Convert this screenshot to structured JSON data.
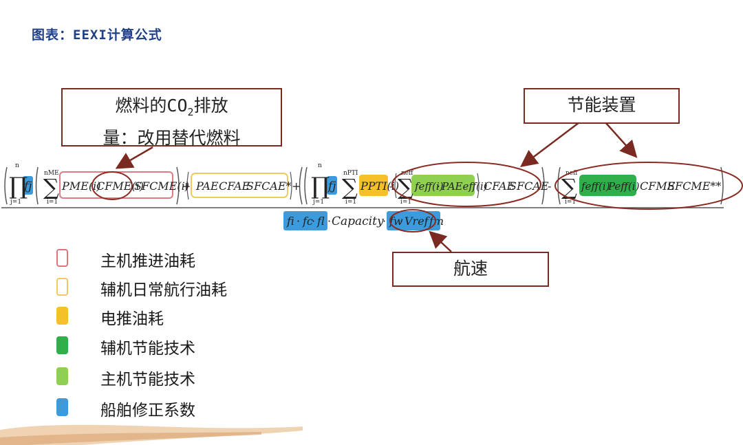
{
  "title": "图表：EEXI计算公式",
  "callouts": {
    "fuel": {
      "line1_pre": "燃料的CO",
      "line1_sub": "2",
      "line1_post": "排放",
      "line2": "量：改用替代燃料"
    },
    "energy_saving": "节能装置",
    "speed": "航速"
  },
  "formula": {
    "prod_top": "n",
    "prod_bottom": "j=1",
    "fj": "fj",
    "sum_me_top": "nME",
    "sum_me_bottom": "i=1",
    "p_me": "PME(i)",
    "c_fme": "CFME(i)",
    "sfc_me": "SFCME(i)",
    "p_ae": "PAE",
    "c_fae": "CFAE",
    "sfc_ae": "SFCAE*",
    "sum_pti_top": "nPTI",
    "sum_pti_bottom": "i=1",
    "p_pti": "PPTI(i)",
    "sum_eff_top": "neff",
    "sum_eff_bottom": "i=1",
    "f_eff": "feff(i)",
    "p_aeeff": "PAEeff(i)",
    "c_fae2": "CFAE",
    "sfc_ae2": "SFCAE",
    "f_eff2": "feff(i)",
    "p_eff": "Peff(i)",
    "c_fme2": "CFME",
    "sfc_me2": "SFCME**",
    "den_fi": "fi",
    "den_fc": "fc",
    "den_fl": "fl",
    "capacity": "Capacity",
    "fw": "fw",
    "vref": "Vref",
    "fm": "fm",
    "plus": "+",
    "minus": "-",
    "dot": "·"
  },
  "legend": [
    {
      "label": "主机推进油耗",
      "color": "#e0737a",
      "style": "outline"
    },
    {
      "label": "辅机日常航行油耗",
      "color": "#f0c860",
      "style": "outline"
    },
    {
      "label": "电推油耗",
      "color": "#f5c02a",
      "style": "fill"
    },
    {
      "label": "辅机节能技术",
      "color": "#2fae4a",
      "style": "fill"
    },
    {
      "label": "主机节能技术",
      "color": "#8fcf52",
      "style": "fill"
    },
    {
      "label": "船舶修正系数",
      "color": "#3b9bdc",
      "style": "fill"
    }
  ],
  "colors": {
    "callout_border": "#7a2a20",
    "title": "#1f3f86"
  }
}
